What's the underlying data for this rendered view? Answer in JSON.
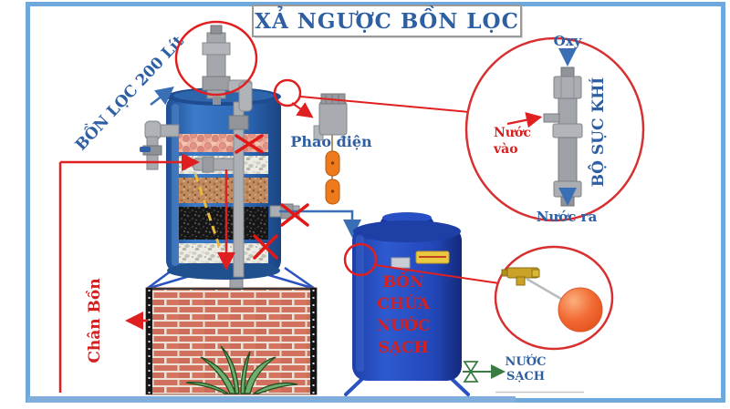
{
  "title": "XẢ NGƯỢC BỒN LỌC",
  "filter_tank": {
    "label": "BỒN LỌC 200 Lít"
  },
  "float_switch": {
    "label": "Phao điện"
  },
  "stand": {
    "label": "Chân Bồn"
  },
  "storage_tank": {
    "label_lines": [
      "BỒN",
      "CHỨA",
      "NƯỚC",
      "SẠCH"
    ]
  },
  "clean_water_outlet": {
    "label_lines": [
      "NƯỚC",
      "SẠCH"
    ]
  },
  "aerator_detail": {
    "label": "BỘ SỤC KHÍ",
    "oxygen_in": "Oxy",
    "water_in_lines": [
      "Nước",
      "vào"
    ],
    "water_out": "Nước ra"
  },
  "colors": {
    "frame_blue": "#6FA8DC",
    "label_blue": "#2E5FA3",
    "annotation_red": "#E02020",
    "text_red": "#D42020",
    "filter_tank_blue": "#2B66B5",
    "storage_tank_blue": "#2247B8",
    "pipe_gray": "#A8ACB0",
    "float_orange": "#EE7A1C",
    "ball_orange": "#F26A34",
    "brass_yellow": "#C9A227",
    "brick_red": "#D2705F",
    "valve_green": "#3A7D44",
    "dash_yellow": "#E9B93C"
  }
}
